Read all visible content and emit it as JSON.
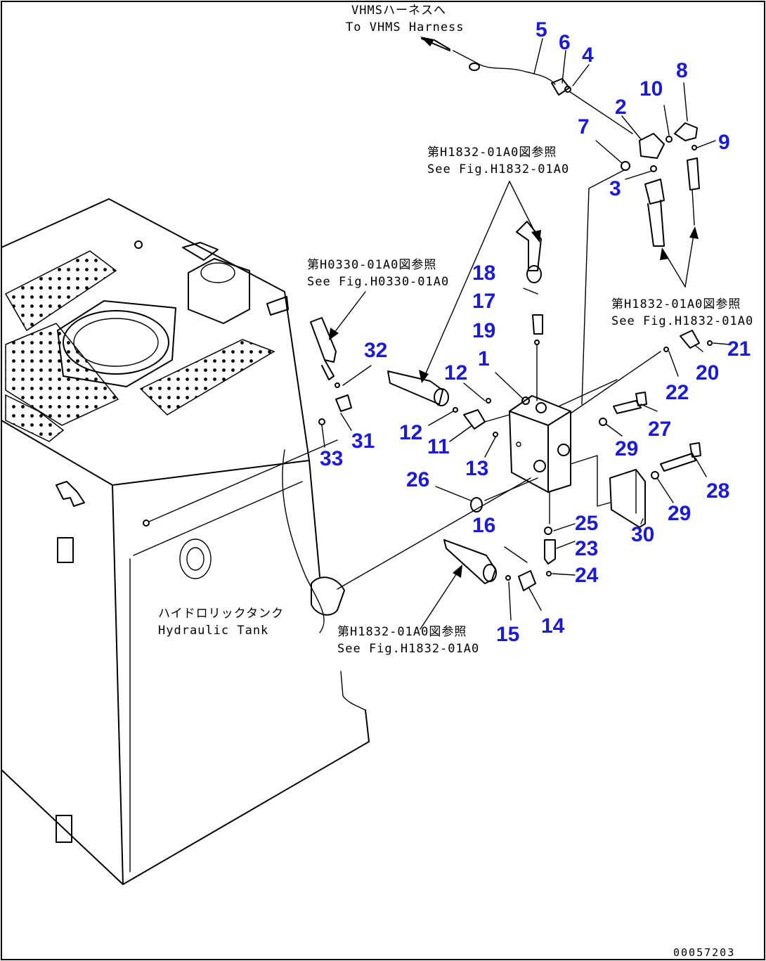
{
  "part_numbers": [
    "1",
    "2",
    "3",
    "4",
    "5",
    "6",
    "7",
    "8",
    "9",
    "10",
    "11",
    "12",
    "12",
    "13",
    "14",
    "15",
    "16",
    "17",
    "18",
    "19",
    "20",
    "21",
    "22",
    "23",
    "24",
    "25",
    "26",
    "27",
    "28",
    "29",
    "29",
    "30",
    "31",
    "32",
    "33"
  ],
  "callouts": {
    "vhms_ja": "VHMSハーネスへ",
    "vhms_en": "To VHMS Harness",
    "h1832_top_ja": "第H1832-01A0図参照",
    "h1832_top_en": "See Fig.H1832-01A0",
    "h0330_ja": "第H0330-01A0図参照",
    "h0330_en": "See Fig.H0330-01A0",
    "h1832_right_ja": "第H1832-01A0図参照",
    "h1832_right_en": "See Fig.H1832-01A0",
    "h1832_bottom_ja": "第H1832-01A0図参照",
    "h1832_bottom_en": "See Fig.H1832-01A0",
    "tank_ja": "ハイドロリックタンク",
    "tank_en": "Hydraulic Tank"
  },
  "drawing_code": "00057203",
  "colors": {
    "line": "#000000",
    "part_number": "#1a1ad8",
    "background": "#ffffff"
  }
}
